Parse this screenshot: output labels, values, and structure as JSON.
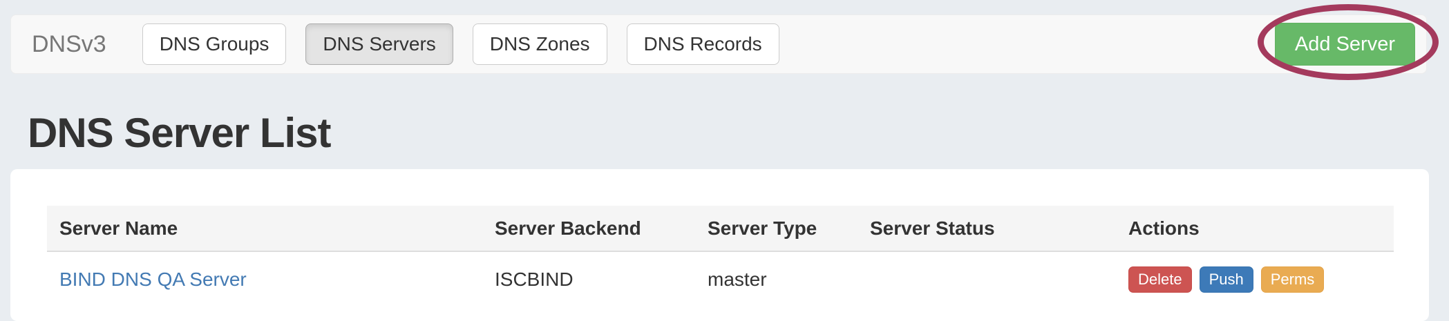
{
  "page": {
    "background_color": "#e9edf1"
  },
  "navbar": {
    "brand": "DNSv3",
    "items": [
      {
        "label": "DNS Groups",
        "active": false
      },
      {
        "label": "DNS Servers",
        "active": true
      },
      {
        "label": "DNS Zones",
        "active": false
      },
      {
        "label": "DNS Records",
        "active": false
      }
    ],
    "add_button": {
      "label": "Add Server",
      "color": "#67b968"
    }
  },
  "annotation": {
    "shape": "ellipse",
    "color": "#a43a5d",
    "target": "Add Server button"
  },
  "heading": "DNS Server List",
  "table": {
    "columns": [
      "Server Name",
      "Server Backend",
      "Server Type",
      "Server Status",
      "Actions"
    ],
    "rows": [
      {
        "server_name": "BIND DNS QA Server",
        "server_backend": "ISCBIND",
        "server_type": "master",
        "server_status": "",
        "actions": [
          {
            "label": "Delete",
            "color": "#cd5452"
          },
          {
            "label": "Push",
            "color": "#3d7ab8"
          },
          {
            "label": "Perms",
            "color": "#e9ab52"
          }
        ]
      }
    ]
  }
}
